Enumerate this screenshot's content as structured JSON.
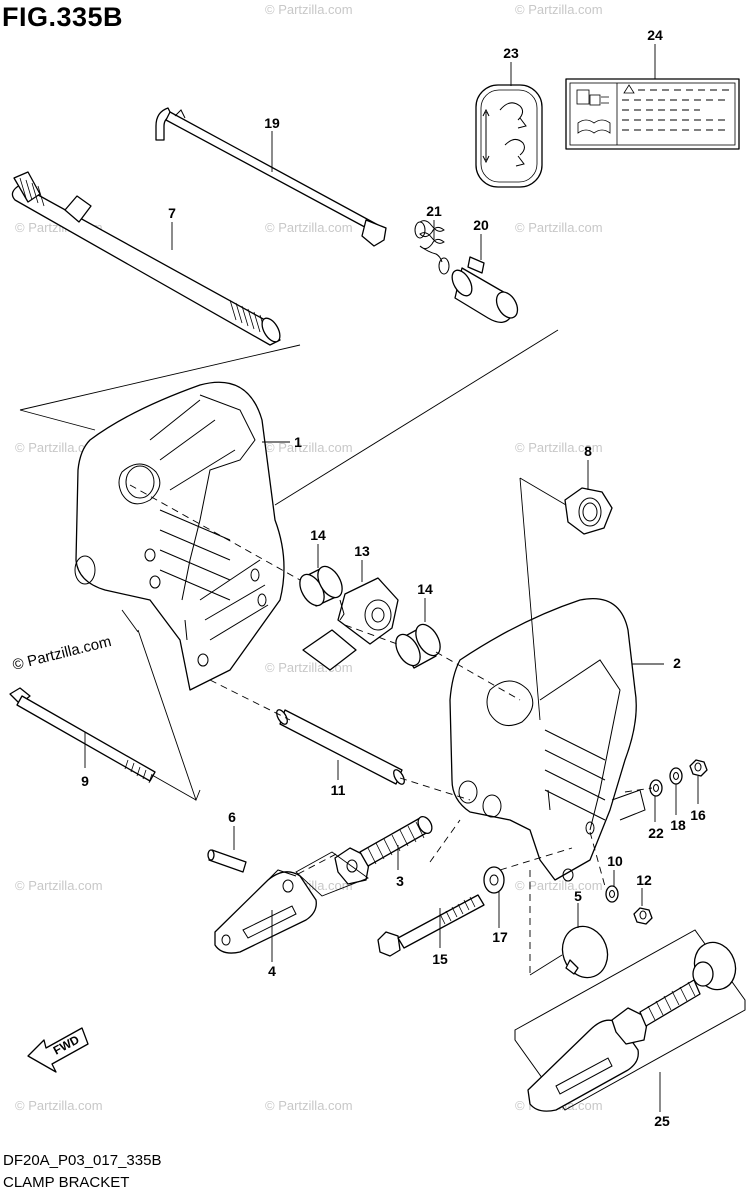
{
  "title": "FIG.335B",
  "footer": {
    "code": "DF20A_P03_017_335B",
    "name": "CLAMP BRACKET"
  },
  "watermark": "© Partzilla.com",
  "fwd_label": "FWD",
  "callouts": {
    "c1": "1",
    "c2": "2",
    "c3": "3",
    "c4": "4",
    "c5": "5",
    "c6": "6",
    "c7": "7",
    "c8": "8",
    "c9": "9",
    "c10": "10",
    "c11": "11",
    "c12": "12",
    "c13": "13",
    "c14a": "14",
    "c14b": "14",
    "c15": "15",
    "c16": "16",
    "c17": "17",
    "c18": "18",
    "c19": "19",
    "c20": "20",
    "c21": "21",
    "c22": "22",
    "c23": "23",
    "c24": "24",
    "c25": "25"
  },
  "colors": {
    "line": "#000000",
    "background": "#ffffff",
    "watermark": "#c8c8c8"
  }
}
